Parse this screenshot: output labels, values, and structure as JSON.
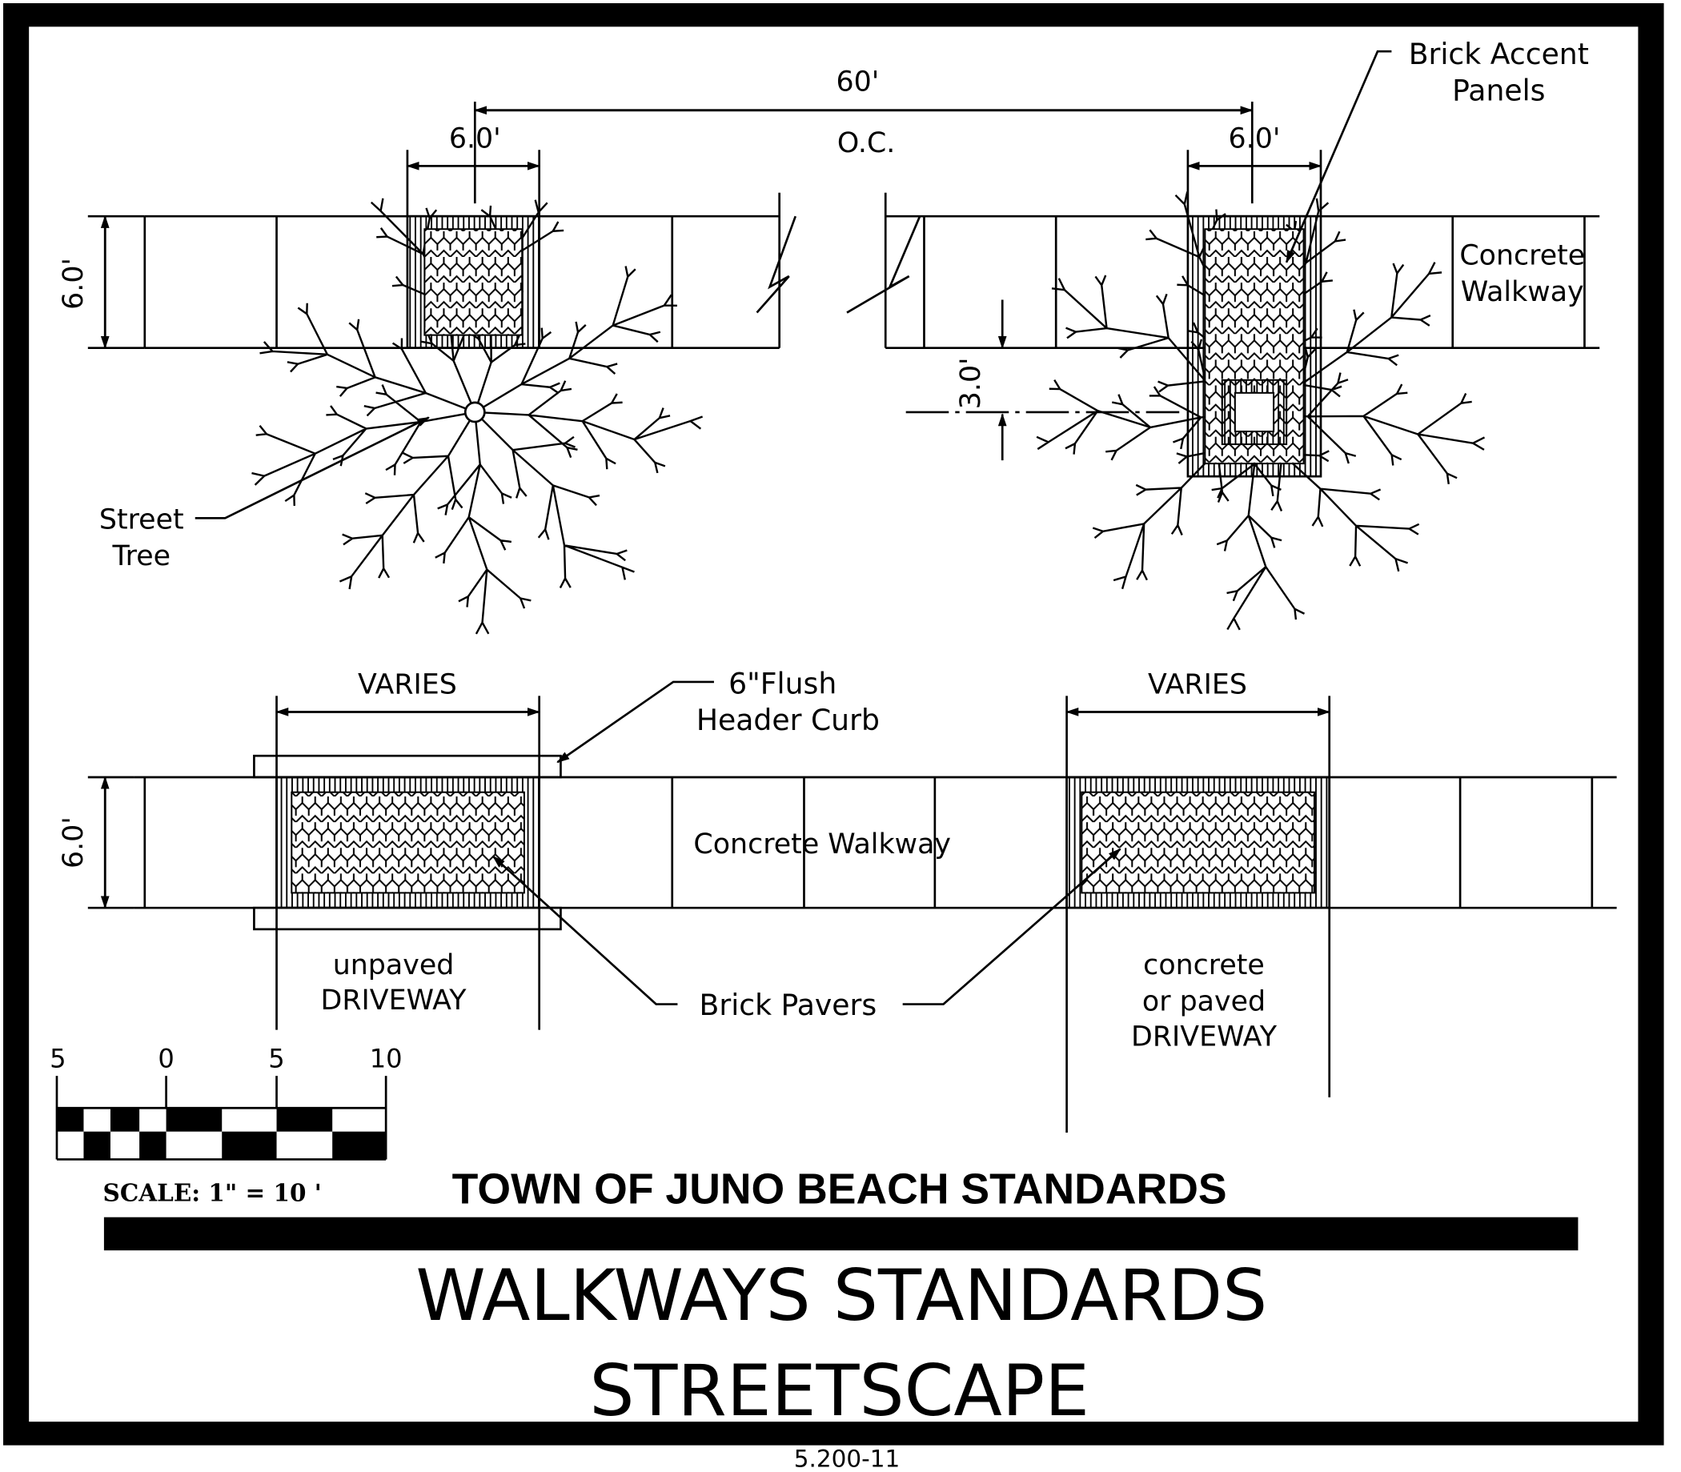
{
  "drawing": {
    "top_plan": {
      "spacing_dim": "60'",
      "spacing_note": "O.C.",
      "panel_width_left": "6.0'",
      "panel_width_right": "6.0'",
      "walkway_width": "6.0'",
      "offset_dim": "3.0'",
      "brick_accent_label_1": "Brick Accent",
      "brick_accent_label_2": "Panels",
      "concrete_label_1": "Concrete",
      "concrete_label_2": "Walkway",
      "street_tree_label_1": "Street",
      "street_tree_label_2": "Tree"
    },
    "bottom_plan": {
      "varies_left": "VARIES",
      "varies_right": "VARIES",
      "curb_label_1": "6\"Flush",
      "curb_label_2": "Header Curb",
      "walkway_width": "6.0'",
      "concrete_walkway": "Concrete Walkway",
      "unpaved_1": "unpaved",
      "unpaved_2": "DRIVEWAY",
      "paved_1": "concrete",
      "paved_2": "or paved",
      "paved_3": "DRIVEWAY",
      "brick_pavers": "Brick Pavers"
    },
    "scale": {
      "ticks": [
        "5",
        "0",
        "5",
        "10"
      ],
      "label": "SCALE:  1\"  =  10 '"
    },
    "title_block": {
      "agency": "TOWN OF JUNO BEACH STANDARDS",
      "title_1": "WALKWAYS STANDARDS",
      "title_2": "STREETSCAPE",
      "sheet_number": "5.200-11"
    }
  }
}
